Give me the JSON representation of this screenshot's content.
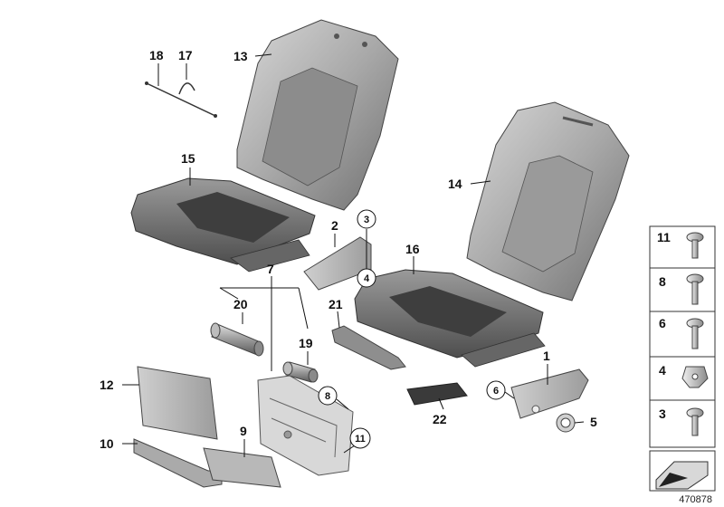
{
  "diagram": {
    "document_number": "470878",
    "callouts": {
      "c1": "1",
      "c2": "2",
      "c3": "3",
      "c4": "4",
      "c5": "5",
      "c6": "6",
      "c7": "7",
      "c8": "8",
      "c9": "9",
      "c10": "10",
      "c11": "11",
      "c12": "12",
      "c13": "13",
      "c14": "14",
      "c15": "15",
      "c16": "16",
      "c17": "17",
      "c18": "18",
      "c19": "19",
      "c20": "20",
      "c21": "21",
      "c22": "22"
    },
    "legend": {
      "row11": "11",
      "row8": "8",
      "row6": "6",
      "row4": "4",
      "row3": "3"
    }
  }
}
